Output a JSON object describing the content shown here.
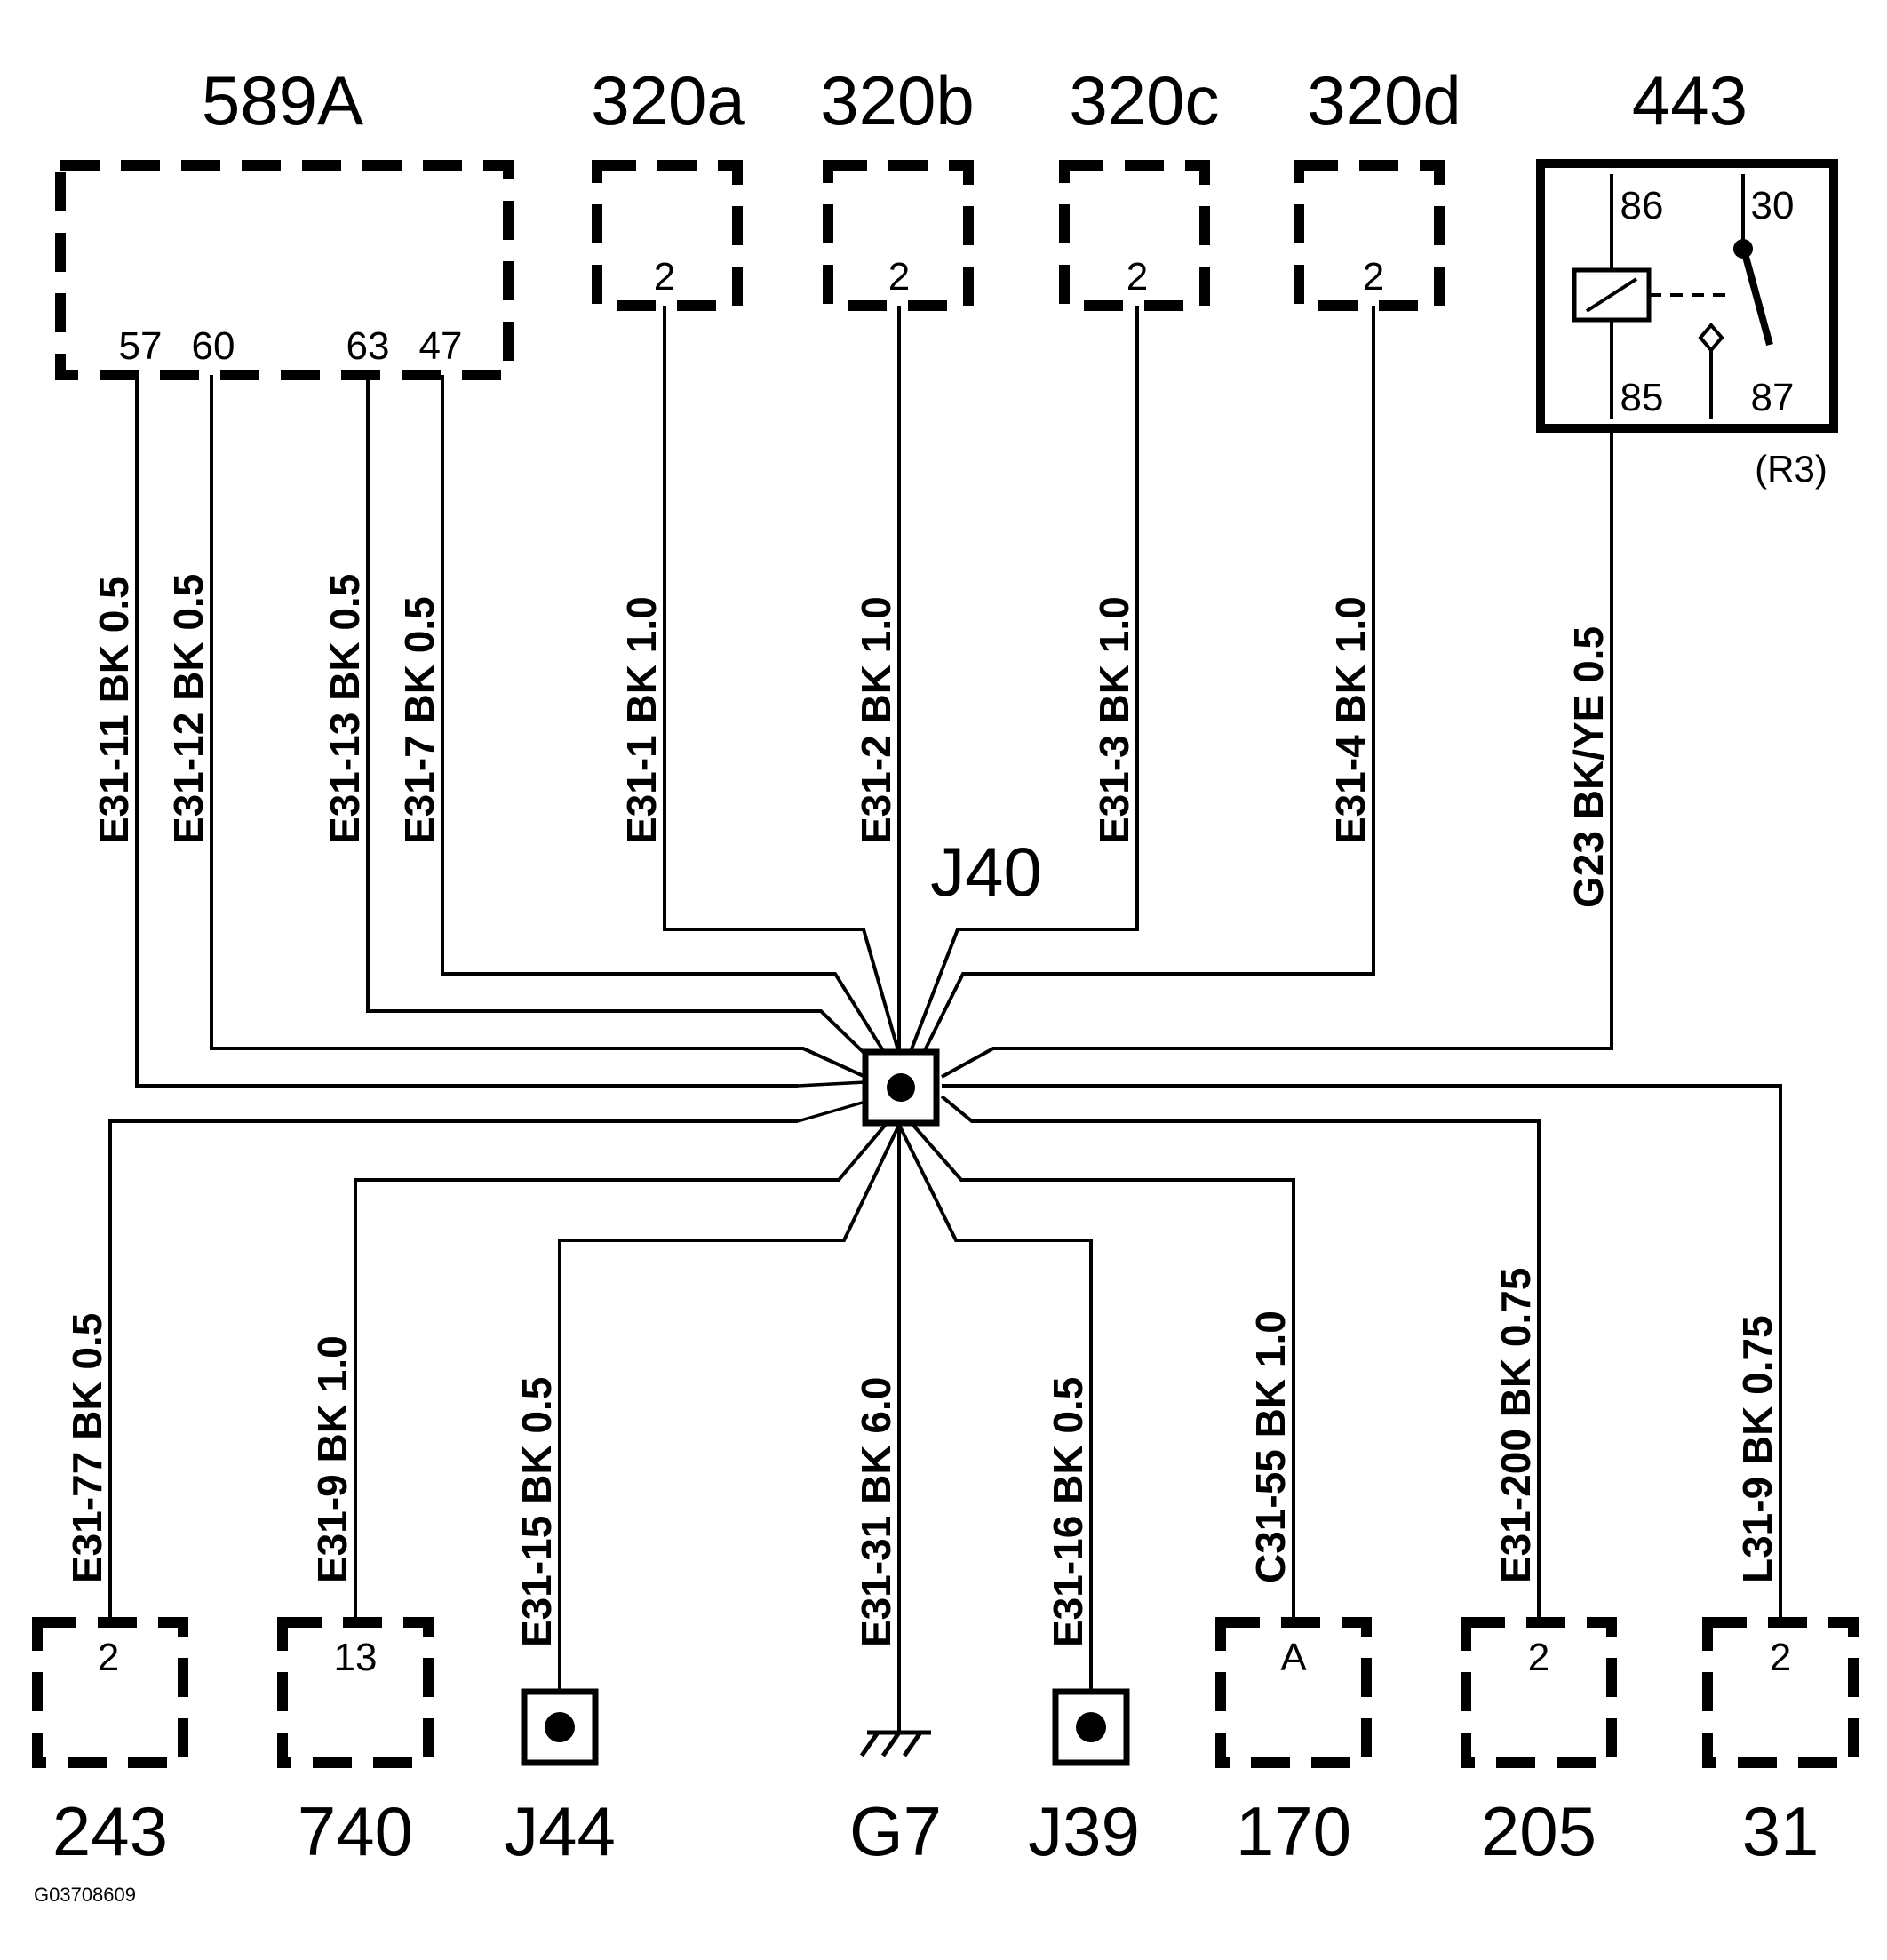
{
  "components": {
    "c589a": {
      "label": "589A",
      "pins": [
        "57",
        "60",
        "63",
        "47"
      ]
    },
    "c320a": {
      "label": "320a",
      "pin": "2"
    },
    "c320b": {
      "label": "320b",
      "pin": "2"
    },
    "c320c": {
      "label": "320c",
      "pin": "2"
    },
    "c320d": {
      "label": "320d",
      "pin": "2"
    },
    "c443": {
      "label": "443",
      "pins": {
        "p86": "86",
        "p30": "30",
        "p85": "85",
        "p87": "87"
      },
      "note": "(R3)"
    },
    "c243": {
      "label": "243",
      "pin": "2"
    },
    "c740": {
      "label": "740",
      "pin": "13"
    },
    "j44": {
      "label": "J44"
    },
    "g7": {
      "label": "G7"
    },
    "j39": {
      "label": "J39"
    },
    "c170": {
      "label": "170",
      "pin": "A"
    },
    "c205": {
      "label": "205",
      "pin": "2"
    },
    "c31": {
      "label": "31",
      "pin": "2"
    }
  },
  "splice": {
    "label": "J40"
  },
  "wires": {
    "w57": "E31-11  BK  0.5",
    "w60": "E31-12  BK  0.5",
    "w63": "E31-13  BK  0.5",
    "w47": "E31-7  BK  0.5",
    "w320a": "E31-1  BK  1.0",
    "w320b": "E31-2  BK  1.0",
    "w320c": "E31-3  BK  1.0",
    "w320d": "E31-4  BK  1.0",
    "w443": "G23  BK/YE  0.5",
    "w243": "E31-77  BK  0.5",
    "w740": "E31-9  BK  1.0",
    "wj44": "E31-15  BK  0.5",
    "wg7": "E31-31  BK  6.0",
    "wj39": "E31-16  BK  0.5",
    "w170": "C31-55  BK  1.0",
    "w205": "E31-200  BK  0.75",
    "w31": "L31-9  BK  0.75"
  },
  "figure_ref": "G03708609"
}
